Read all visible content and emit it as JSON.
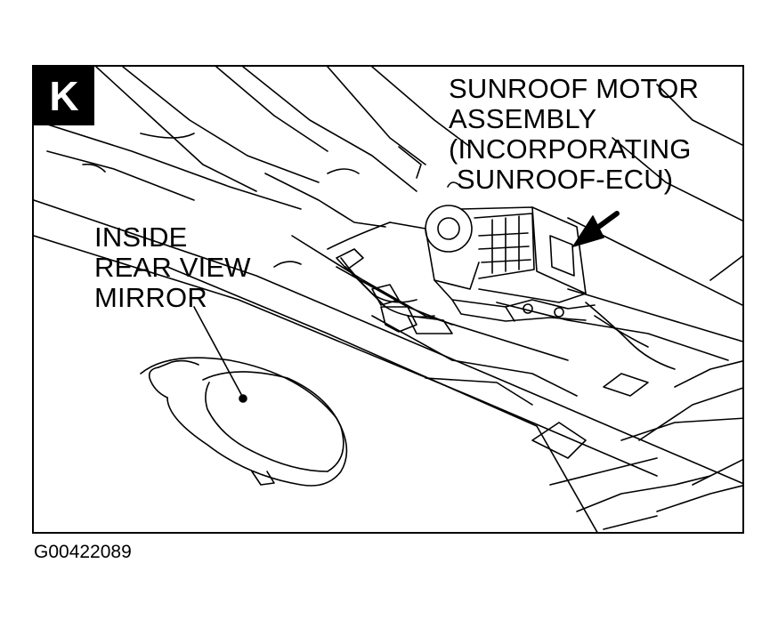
{
  "panel_letter": "K",
  "labels": {
    "sunroof_motor": "SUNROOF MOTOR\nASSEMBLY\n(INCORPORATING\n SUNROOF-ECU)",
    "rear_view_mirror": "INSIDE\nREAR VIEW\nMIRROR"
  },
  "figure_id": "G00422089"
}
